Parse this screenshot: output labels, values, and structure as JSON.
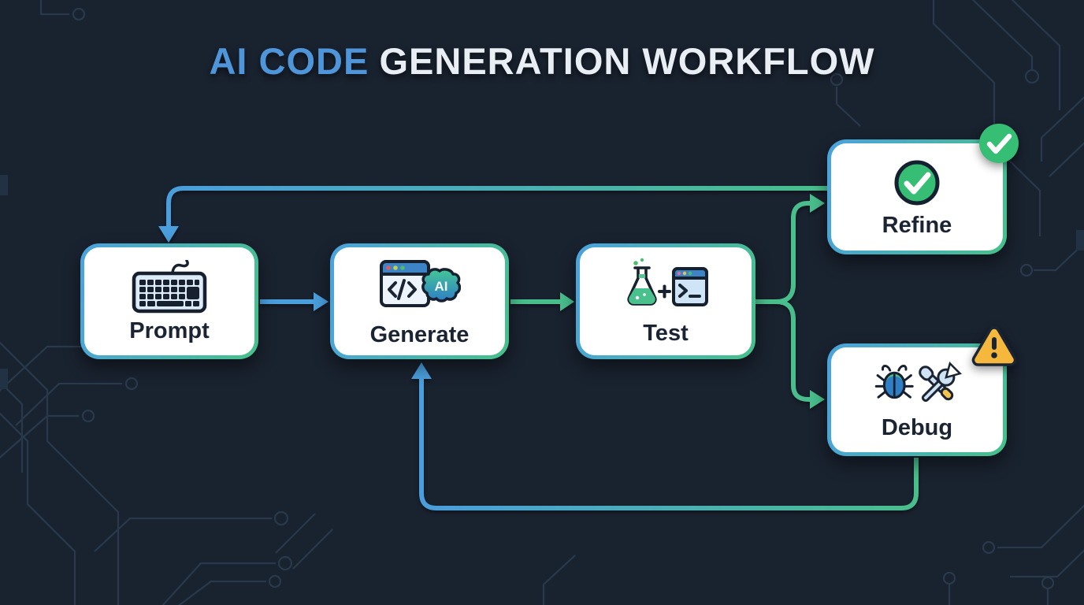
{
  "title": {
    "highlight": "AI CODE",
    "rest": "GENERATION WORKFLOW"
  },
  "nodes": [
    {
      "id": "prompt",
      "label": "Prompt",
      "icon": "keyboard-icon"
    },
    {
      "id": "generate",
      "label": "Generate",
      "icon": "code-window-ai-brain-icon",
      "icon_text": "AI"
    },
    {
      "id": "test",
      "label": "Test",
      "icon": "flask-terminal-icon"
    },
    {
      "id": "refine",
      "label": "Refine",
      "icon": "check-circle-icon",
      "badge": "success-check-badge"
    },
    {
      "id": "debug",
      "label": "Debug",
      "icon": "bug-tools-icon",
      "badge": "warning-triangle-badge"
    }
  ],
  "edges": [
    {
      "from": "Prompt",
      "to": "Generate"
    },
    {
      "from": "Generate",
      "to": "Test"
    },
    {
      "from": "Test",
      "to": "Refine"
    },
    {
      "from": "Test",
      "to": "Debug"
    },
    {
      "from": "Refine",
      "to": "Prompt",
      "type": "feedback"
    },
    {
      "from": "Debug",
      "to": "Generate",
      "type": "feedback"
    }
  ],
  "colors": {
    "background": "#19222F",
    "circuit_trace": "#2C3E52",
    "title_highlight": "#4E95D9",
    "title_rest": "#E9EEF4",
    "node_border_blue": "#4BA2DE",
    "node_border_green": "#47C089",
    "arrow_blue": "#4A9EDC",
    "arrow_green": "#49BE8C",
    "label_text": "#1B2433",
    "success_green": "#35BE74",
    "warning_yellow": "#F6B83C"
  }
}
